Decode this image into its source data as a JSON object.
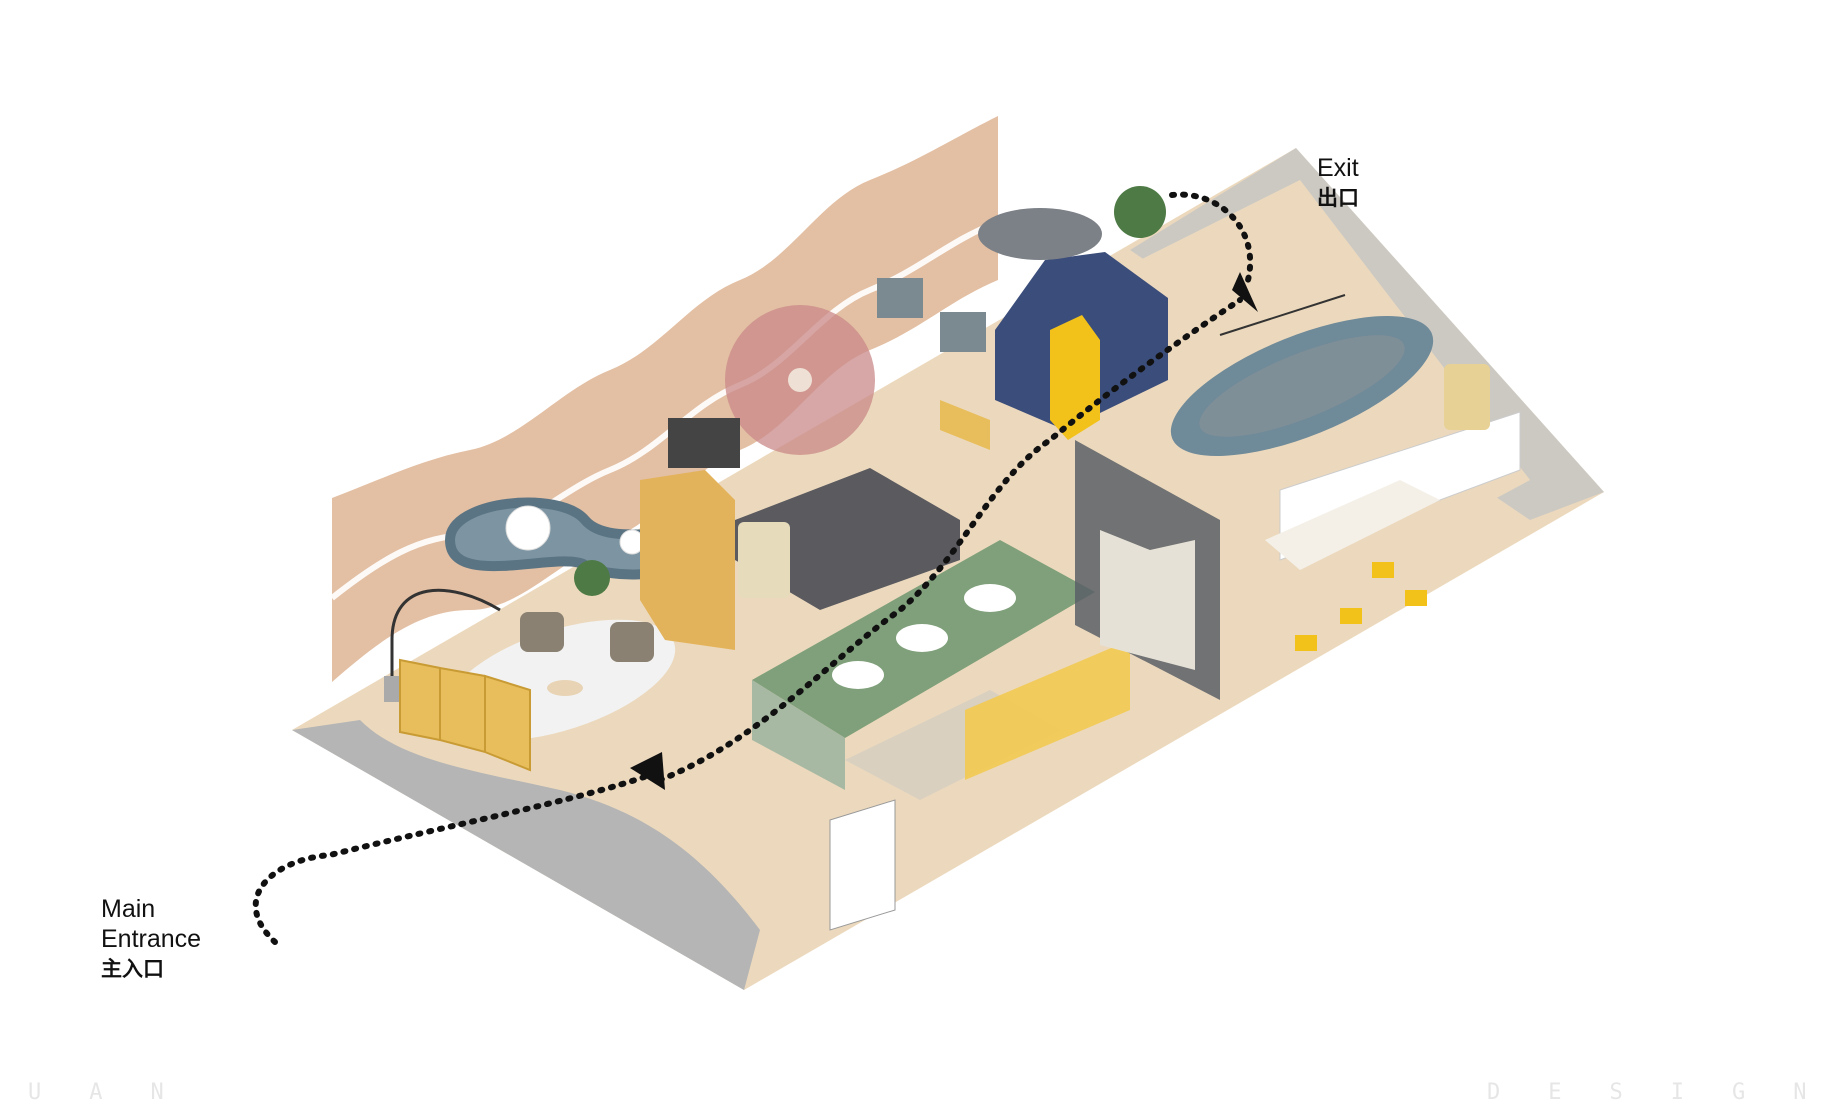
{
  "entrance": {
    "line1": "Main",
    "line2": "Entrance",
    "cn": "主入口"
  },
  "exit": {
    "line1": "Exit",
    "cn": "出口"
  },
  "watermark": {
    "left": "UAN",
    "right": "DESIGN"
  },
  "colors": {
    "floor": "#ecd9bd",
    "wall": "#e3bfa3",
    "path": "#111111",
    "accent_yellow": "#f2c21b",
    "navy": "#3b4d7a",
    "felt_blue": "#6f8a99",
    "green_table": "#7fa07a",
    "carpet_grey": "#b3b3b3"
  }
}
